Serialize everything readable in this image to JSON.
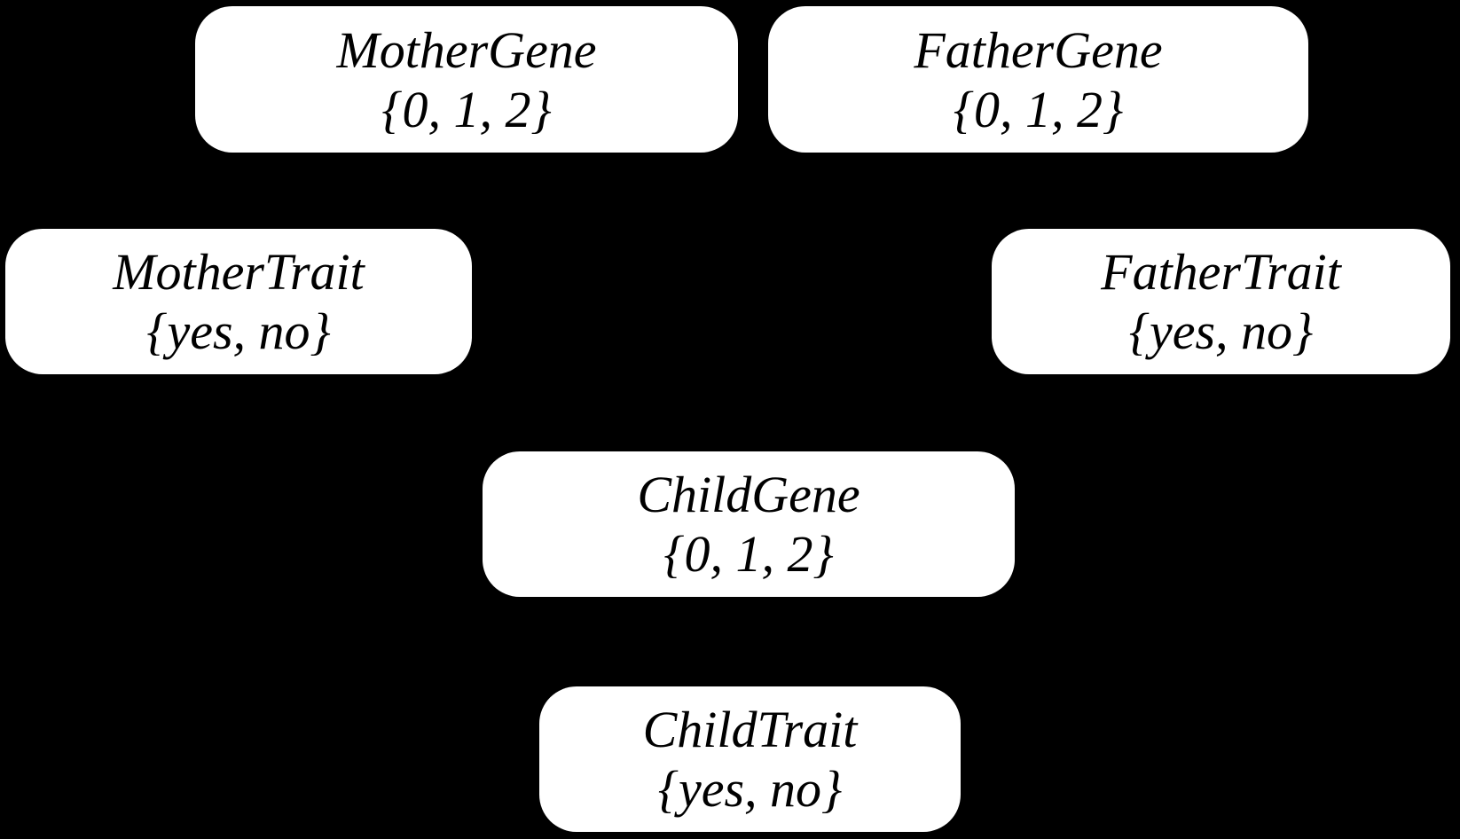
{
  "diagram": {
    "type": "bayesian-network",
    "background_color": "#000000",
    "node_fill_color": "#ffffff",
    "node_text_color": "#000000",
    "nodes": [
      {
        "id": "mother-gene",
        "title": "MotherGene",
        "values": "{0, 1, 2}"
      },
      {
        "id": "father-gene",
        "title": "FatherGene",
        "values": "{0, 1, 2}"
      },
      {
        "id": "mother-trait",
        "title": "MotherTrait",
        "values": "{yes, no}"
      },
      {
        "id": "father-trait",
        "title": "FatherTrait",
        "values": "{yes, no}"
      },
      {
        "id": "child-gene",
        "title": "ChildGene",
        "values": "{0, 1, 2}"
      },
      {
        "id": "child-trait",
        "title": "ChildTrait",
        "values": "{yes, no}"
      }
    ]
  }
}
